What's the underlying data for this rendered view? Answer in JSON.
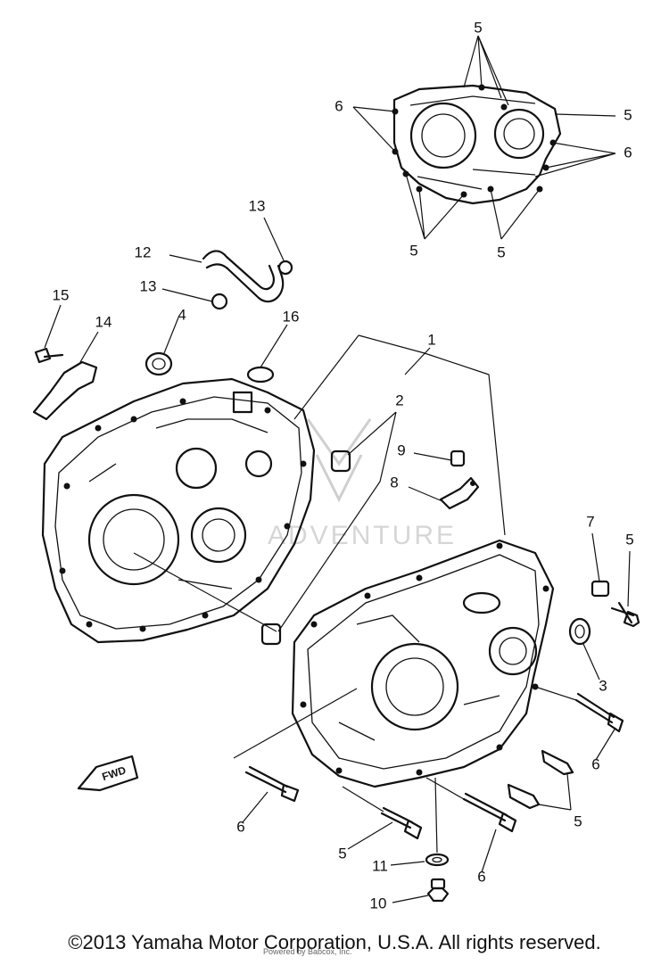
{
  "diagram": {
    "callouts": {
      "c1": "1",
      "c2": "2",
      "c3": "3",
      "c4": "4",
      "c5a": "5",
      "c5b": "5",
      "c5c": "5",
      "c5d": "5",
      "c5e": "5",
      "c5f": "5",
      "c5g": "5",
      "c6a": "6",
      "c6b": "6",
      "c6c": "6",
      "c6d": "6",
      "c6e": "6",
      "c7": "7",
      "c8": "8",
      "c9": "9",
      "c10": "10",
      "c11": "11",
      "c12": "12",
      "c13a": "13",
      "c13b": "13",
      "c14": "14",
      "c15": "15",
      "c16": "16"
    },
    "fwd_mark": "FWD",
    "watermark": "ADVENTURE"
  },
  "footer": {
    "copyright": "©2013 Yamaha Motor Corporation, U.S.A. All rights reserved.",
    "credit": "Powered by Babcox, Inc."
  }
}
